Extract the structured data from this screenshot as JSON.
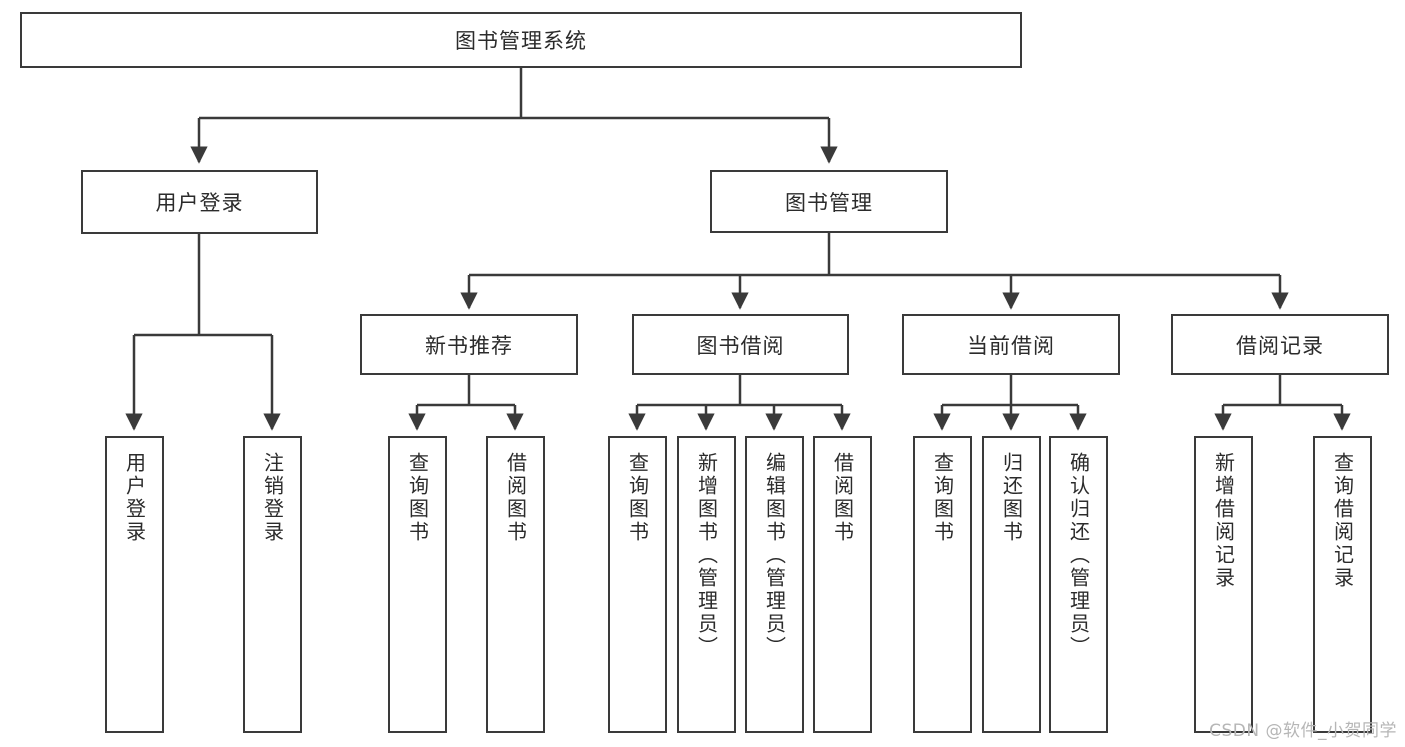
{
  "diagram": {
    "title": "图书管理系统",
    "type": "hierarchy-tree",
    "root": {
      "label": "图书管理系统"
    },
    "level1": [
      {
        "label": "用户登录"
      },
      {
        "label": "图书管理"
      }
    ],
    "level2": [
      {
        "label": "新书推荐"
      },
      {
        "label": "图书借阅"
      },
      {
        "label": "当前借阅"
      },
      {
        "label": "借阅记录"
      }
    ],
    "leaves": {
      "user_login": [
        {
          "label": "用户登录"
        },
        {
          "label": "注销登录"
        }
      ],
      "new_book_recommend": [
        {
          "label": "查询图书"
        },
        {
          "label": "借阅图书"
        }
      ],
      "book_borrow": [
        {
          "label": "查询图书"
        },
        {
          "label": "新增图书（管理员）"
        },
        {
          "label": "编辑图书（管理员）"
        },
        {
          "label": "借阅图书"
        }
      ],
      "current_borrow": [
        {
          "label": "查询图书"
        },
        {
          "label": "归还图书"
        },
        {
          "label": "确认归还（管理员）"
        }
      ],
      "borrow_record": [
        {
          "label": "新增借阅记录"
        },
        {
          "label": "查询借阅记录"
        }
      ]
    }
  },
  "watermark": {
    "text": "CSDN @软件_小贺同学"
  },
  "colors": {
    "border": "#3a3a3a",
    "text": "#2b2b2b",
    "background": "#ffffff",
    "watermark": "#b6b6b6"
  }
}
